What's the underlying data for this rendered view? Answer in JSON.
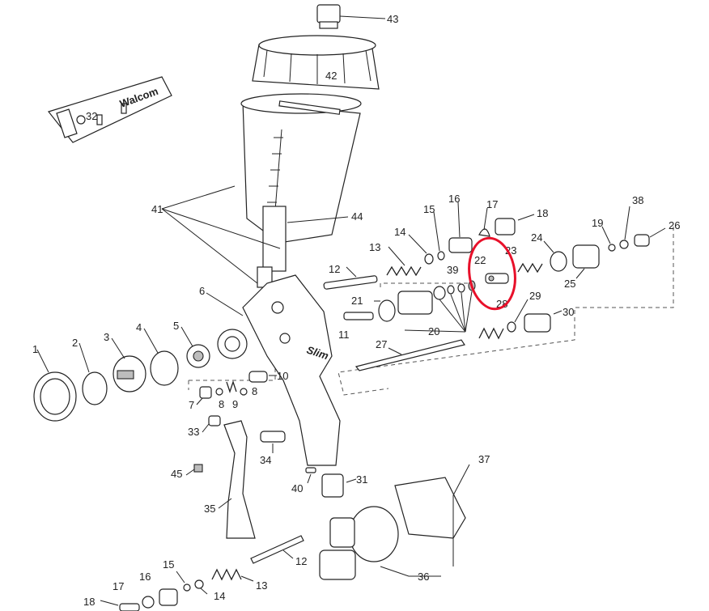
{
  "labels": {
    "l1": "1",
    "l2": "2",
    "l3": "3",
    "l4": "4",
    "l5": "5",
    "l6": "6",
    "l7": "7",
    "l8a": "8",
    "l8b": "8",
    "l9": "9",
    "l10": "10",
    "l11": "11",
    "l12a": "12",
    "l12b": "12",
    "l13a": "13",
    "l13b": "13",
    "l14a": "14",
    "l14b": "14",
    "l15a": "15",
    "l15b": "15",
    "l16a": "16",
    "l16b": "16",
    "l17a": "17",
    "l17b": "17",
    "l18a": "18",
    "l18b": "18",
    "l19": "19",
    "l20": "20",
    "l21": "21",
    "l22": "22",
    "l23": "23",
    "l24": "24",
    "l25": "25",
    "l26": "26",
    "l27": "27",
    "l28": "28",
    "l29": "29",
    "l30": "30",
    "l31": "31",
    "l32": "32",
    "l33": "33",
    "l34": "34",
    "l35": "35",
    "l36": "36",
    "l37": "37",
    "l38": "38",
    "l39": "39",
    "l40": "40",
    "l41": "41",
    "l42": "42",
    "l43": "43",
    "l44": "44",
    "l45": "45"
  },
  "markings": {
    "wrench_brand": "Walcom",
    "gun_model": "Slim"
  },
  "highlight": {
    "color": "#e8102a",
    "part": "22"
  }
}
